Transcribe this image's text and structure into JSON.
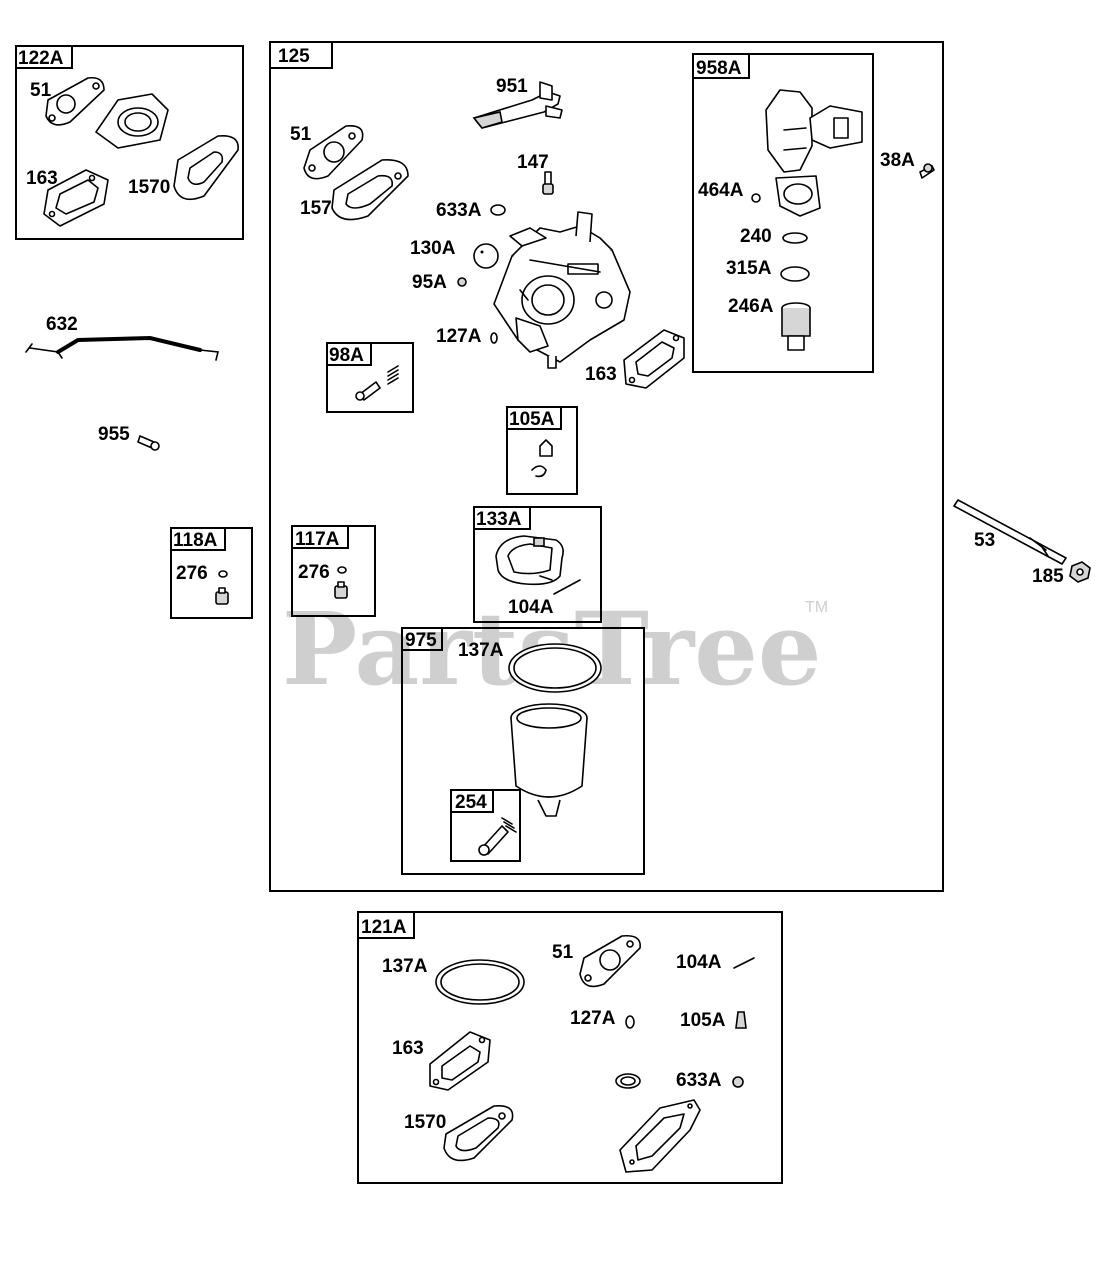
{
  "watermark": {
    "text": "PartsTree",
    "trademark": "TM"
  },
  "boxes": {
    "b122A": "122A",
    "b125": "125",
    "b958A": "958A",
    "b98A": "98A",
    "b105A": "105A",
    "b133A": "133A",
    "b118A": "118A",
    "b117A": "117A",
    "b975": "975",
    "b254": "254",
    "b121A": "121A"
  },
  "labels": {
    "l122_51": "51",
    "l122_163": "163",
    "l122_1570": "1570",
    "l632": "632",
    "l955": "955",
    "l276a": "276",
    "l276b": "276",
    "l951": "951",
    "l51": "51",
    "l1570": "1570",
    "l147": "147",
    "l633A": "633A",
    "l130A": "130A",
    "l95A": "95A",
    "l127A": "127A",
    "l163": "163",
    "l464A": "464A",
    "l240": "240",
    "l315A": "315A",
    "l246A": "246A",
    "l38A": "38A",
    "l104A": "104A",
    "l137A": "137A",
    "l53": "53",
    "l185": "185",
    "k137A": "137A",
    "k51": "51",
    "k104A": "104A",
    "k127A": "127A",
    "k105A": "105A",
    "k163": "163",
    "k633A": "633A",
    "k1570": "1570"
  }
}
